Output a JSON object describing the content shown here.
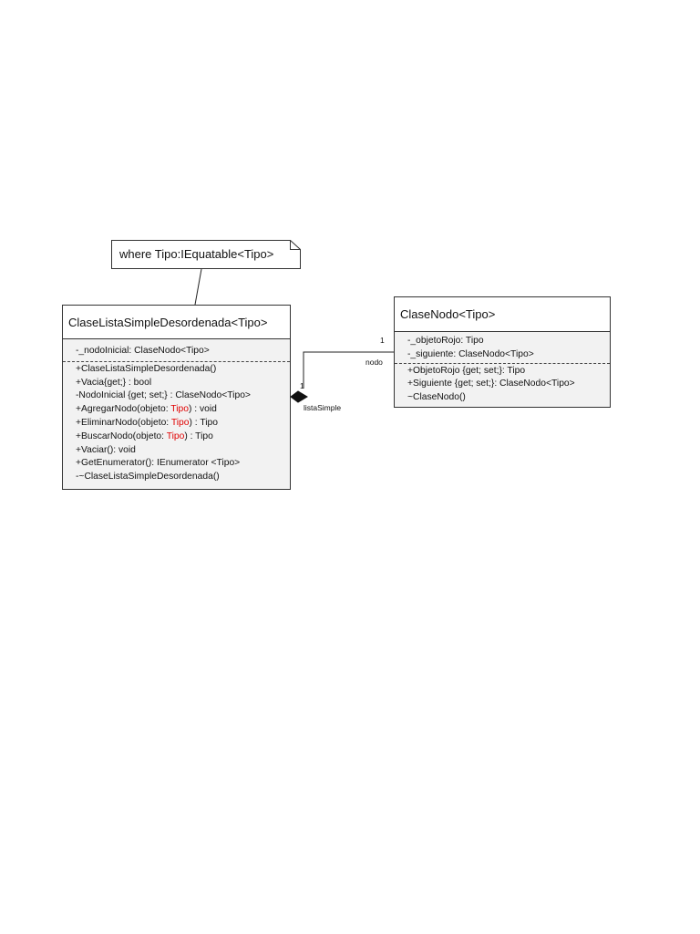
{
  "note": {
    "text": "where  Tipo:IEquatable<Tipo>"
  },
  "lista_class": {
    "name": "ClaseListaSimpleDesordenada<Tipo>",
    "attributes": [
      "-_nodoInicial: ClaseNodo<Tipo>"
    ],
    "operations": [
      {
        "pre": "+ClaseListaSimpleDesordenada()",
        "hl": "",
        "post": ""
      },
      {
        "pre": "+Vacia{get;} : bool",
        "hl": "",
        "post": ""
      },
      {
        "pre": "-NodoInicial {get; set;} : ClaseNodo<Tipo>",
        "hl": "",
        "post": ""
      },
      {
        "pre": "+AgregarNodo(objeto: ",
        "hl": "Tipo",
        "post": ") : void"
      },
      {
        "pre": "+EliminarNodo(objeto: ",
        "hl": "Tipo",
        "post": ") : Tipo"
      },
      {
        "pre": "+BuscarNodo(objeto: ",
        "hl": "Tipo",
        "post": ") : Tipo"
      },
      {
        "pre": "+Vaciar(): void",
        "hl": "",
        "post": ""
      },
      {
        "pre": "+GetEnumerator(): IEnumerator <Tipo>",
        "hl": "",
        "post": ""
      },
      {
        "pre": "-~ClaseListaSimpleDesordenada()",
        "hl": "",
        "post": ""
      }
    ]
  },
  "nodo_class": {
    "name": "ClaseNodo<Tipo>",
    "attributes": [
      "-_objetoRojo: Tipo",
      "-_siguiente: ClaseNodo<Tipo>"
    ],
    "operations": [
      {
        "pre": "+ObjetoRojo {get; set;}: Tipo",
        "hl": "",
        "post": ""
      },
      {
        "pre": "+Siguiente {get; set;}: ClaseNodo<Tipo>",
        "hl": "",
        "post": ""
      },
      {
        "pre": "~ClaseNodo()",
        "hl": "",
        "post": ""
      }
    ]
  },
  "association": {
    "multiplicity_nodo": "1",
    "role_nodo": "nodo",
    "multiplicity_lista": "1",
    "role_lista": "listaSimple"
  },
  "colors": {
    "highlight": "#e00000",
    "border": "#333333",
    "compartment_bg": "#f2f2f2"
  }
}
